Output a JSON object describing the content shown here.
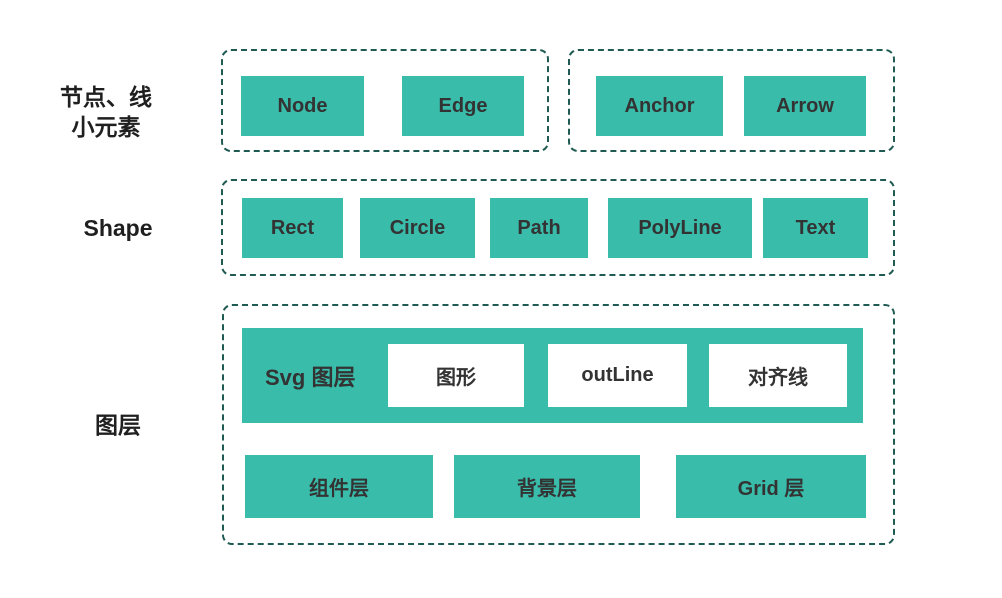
{
  "colors": {
    "box_teal": "#3abcab",
    "dash_border": "#1f5b52",
    "text_dark": "#333333",
    "background": "#ffffff"
  },
  "sections": {
    "elements": {
      "label_lines": [
        "节点、线",
        "小元素"
      ],
      "groups": [
        {
          "items": [
            "Node",
            "Edge"
          ]
        },
        {
          "items": [
            "Anchor",
            "Arrow"
          ]
        }
      ]
    },
    "shape": {
      "label": "Shape",
      "items": [
        "Rect",
        "Circle",
        "Path",
        "PolyLine",
        "Text"
      ]
    },
    "layers": {
      "label": "图层",
      "svg_layer": {
        "label": "Svg 图层",
        "sublayers": [
          "图形",
          "outLine",
          "对齐线"
        ]
      },
      "base_layers": [
        "组件层",
        "背景层",
        "Grid 层"
      ]
    }
  }
}
